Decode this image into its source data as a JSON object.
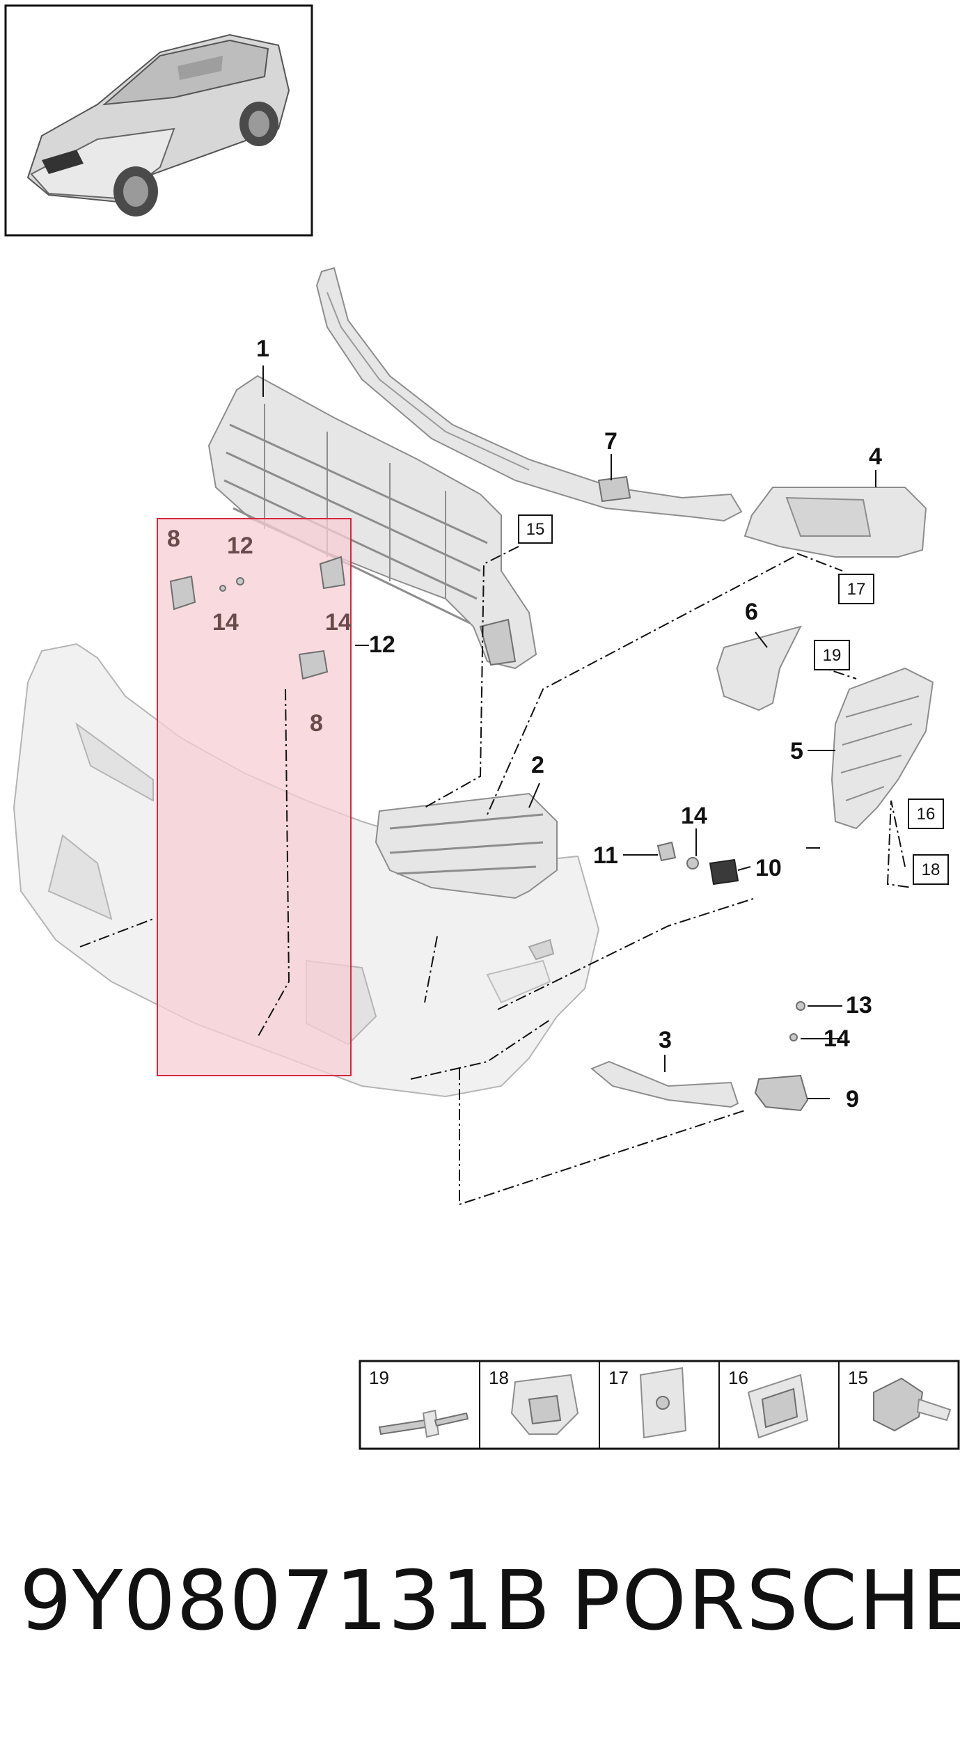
{
  "callouts": {
    "c1": "1",
    "c2": "2",
    "c3": "3",
    "c4": "4",
    "c5": "5",
    "c6": "6",
    "c7": "7",
    "c9": "9",
    "c10": "10",
    "c11": "11",
    "c12": "12",
    "c13": "13",
    "c14": "14"
  },
  "highlight_callouts": {
    "h8a": "8",
    "h12": "12",
    "h14a": "14",
    "h14b": "14",
    "h8b": "8"
  },
  "boxed_refs": {
    "b15": "15",
    "b16": "16",
    "b17": "17",
    "b18": "18",
    "b19": "19"
  },
  "legend": {
    "cells": [
      {
        "num": "19",
        "icon": "rivet-icon"
      },
      {
        "num": "18",
        "icon": "expanding-clip-icon"
      },
      {
        "num": "17",
        "icon": "spring-nut-clip-icon"
      },
      {
        "num": "16",
        "icon": "bracket-clip-icon"
      },
      {
        "num": "15",
        "icon": "flange-screw-icon"
      }
    ]
  },
  "footer": {
    "part_number": "9Y0807131B",
    "brand": "PORSCHE"
  },
  "colors": {
    "highlight_fill": "#f7cfd4",
    "highlight_border": "#d7263d",
    "ink": "#111111"
  }
}
